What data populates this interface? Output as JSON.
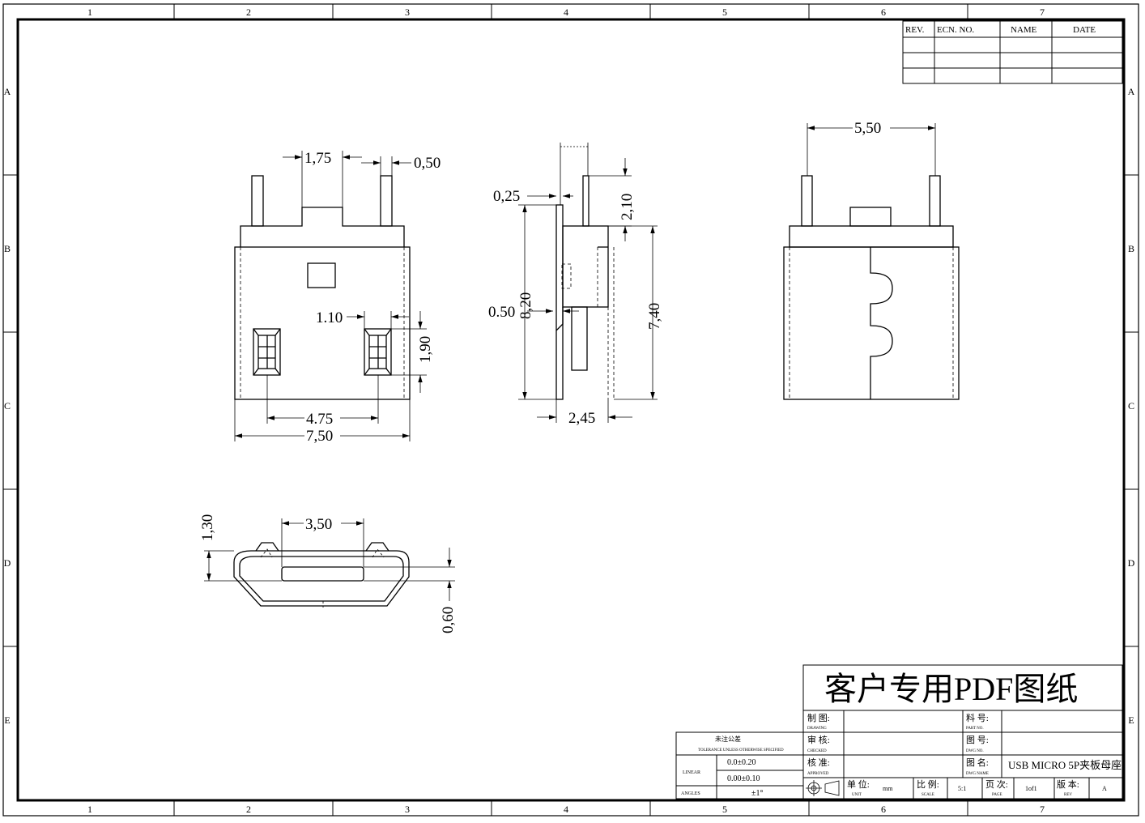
{
  "zones": {
    "columns": [
      "1",
      "2",
      "3",
      "4",
      "5",
      "6",
      "7"
    ],
    "rows": [
      "A",
      "B",
      "C",
      "D",
      "E"
    ]
  },
  "revision_table": {
    "headers": [
      "REV.",
      "ECN. NO.",
      "NAME",
      "DATE"
    ]
  },
  "front_view": {
    "dims": {
      "tab_width": "1,75",
      "pin_width": "0,50",
      "contact_width": "1.10",
      "contact_height": "1,90",
      "contact_spacing": "4.75",
      "overall_width": "7,50"
    }
  },
  "side_view": {
    "dims": {
      "shell_thickness": "0,25",
      "pin_length": "2,10",
      "tab_offset": "0.50",
      "total_height": "8,20",
      "body_height": "7,40",
      "depth": "2,45"
    }
  },
  "rear_view": {
    "dims": {
      "pin_spacing": "5,50"
    }
  },
  "port_view": {
    "dims": {
      "height": "1,30",
      "tongue_width": "3,50",
      "tongue_thickness": "0,60"
    }
  },
  "title_block": {
    "watermark": "客户专用PDF图纸",
    "tolerance": {
      "heading_cn": "未注公差",
      "heading_en": "TOLERANCE UNLESS OTHERWISE SPECIFIED",
      "linear_label": "LINEAR",
      "linear_1": "0.0±0.20",
      "linear_2": "0.00±0.10",
      "angles_label": "ANGLES",
      "angles_value": "±1°"
    },
    "drawn_label": "制 图:",
    "drawn_en": "DRAWING",
    "checked_label": "审 核:",
    "checked_en": "CHECKED",
    "approved_label": "核 准:",
    "approved_en": "APPROVED",
    "part_no_label": "料 号:",
    "part_no_en": "PART NO.",
    "dwg_no_label": "图 号:",
    "dwg_no_en": "DWG NO.",
    "dwg_name_label": "图 名:",
    "dwg_name_en": "DWG NAME",
    "dwg_name_value": "USB MICRO 5P夹板母座",
    "unit_label": "单 位:",
    "unit_en": "UNIT",
    "unit_value": "mm",
    "scale_label": "比 例:",
    "scale_en": "SCALE",
    "scale_value": "5:1",
    "page_label": "页 次:",
    "page_en": "PAGE",
    "page_value": "1of1",
    "rev_label": "版 本:",
    "rev_en": "REV",
    "rev_value": "A"
  }
}
